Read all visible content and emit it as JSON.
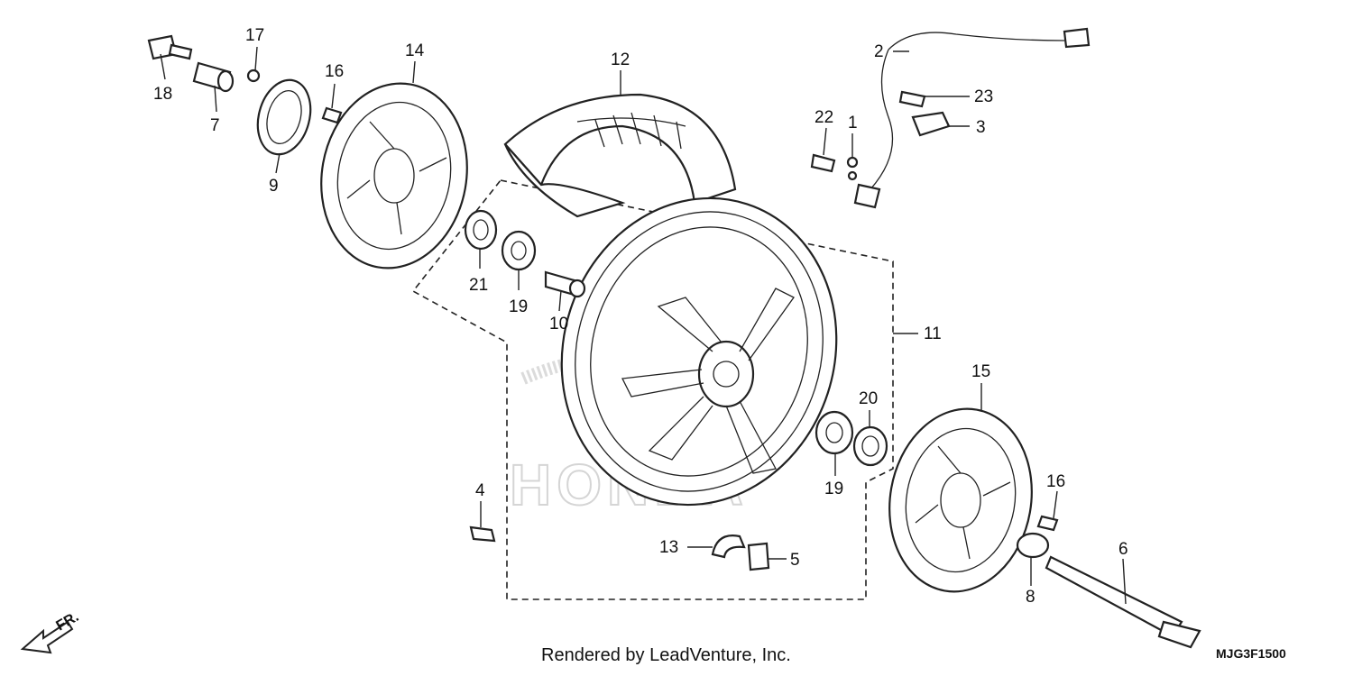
{
  "diagram": {
    "part_labels": {
      "p1": "1",
      "p2": "2",
      "p3": "3",
      "p4": "4",
      "p5": "5",
      "p6": "6",
      "p7": "7",
      "p8": "8",
      "p9": "9",
      "p10": "10",
      "p11": "11",
      "p12": "12",
      "p13": "13",
      "p14": "14",
      "p15": "15",
      "p16a": "16",
      "p16b": "16",
      "p17": "17",
      "p18": "18",
      "p19a": "19",
      "p19b": "19",
      "p20": "20",
      "p21": "21",
      "p22": "22",
      "p23": "23"
    },
    "watermark": "HONDA",
    "front_indicator": "FR.",
    "footer": "Rendered by LeadVenture, Inc.",
    "diagram_code": "MJG3F1500"
  }
}
